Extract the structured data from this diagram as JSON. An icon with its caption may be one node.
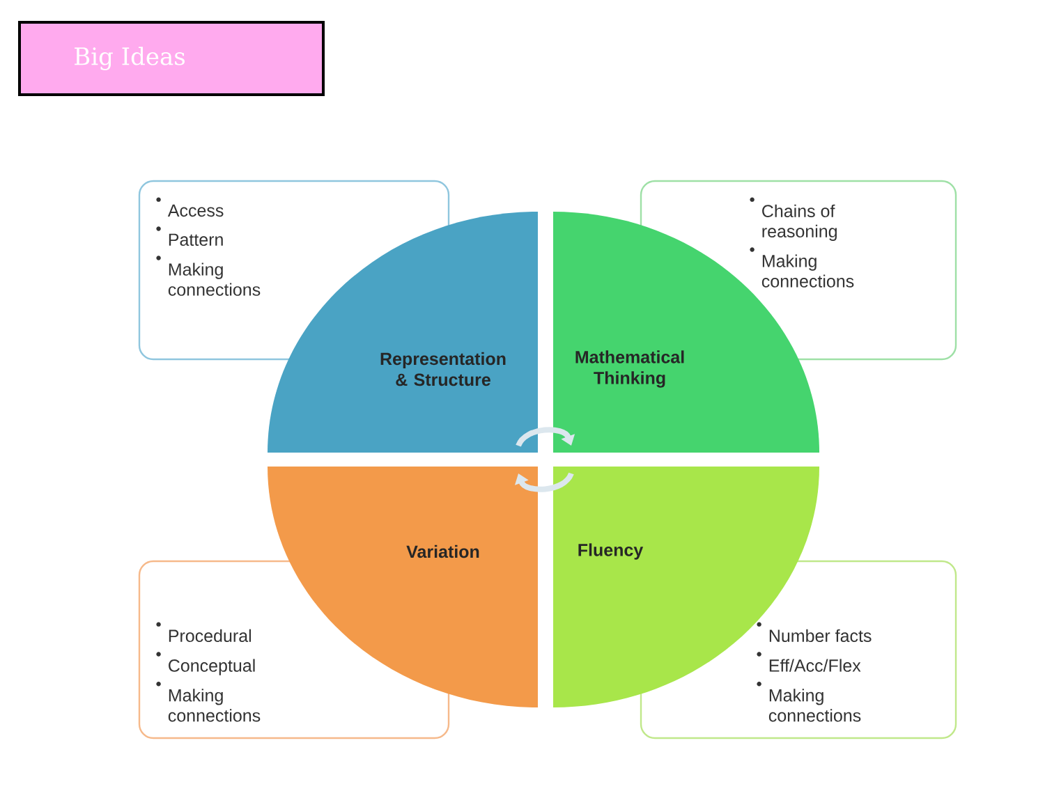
{
  "diagram": {
    "nodes": [
      {
        "text": [
          "Big Ideas"
        ]
      },
      {
        "text": [
          "Representation & Structure"
        ]
      },
      {
        "text": [
          "Mathematical Thinking"
        ]
      },
      {
        "text": [
          "Variation"
        ]
      },
      {
        "text": [
          "Fluency"
        ]
      },
      {
        "text": [
          "Access",
          "Pattern",
          "Making connections"
        ]
      },
      {
        "text": [
          "Chains of reasoning",
          "Making connections"
        ]
      },
      {
        "text": [
          "Procedural",
          "Conceptual",
          "Making connections"
        ]
      },
      {
        "text": [
          "Number facts",
          "Eff/Acc/Flex",
          "Making connections"
        ]
      }
    ],
    "edges": [
      {
        "from": 1,
        "to": 2,
        "arrow": "to",
        "color": "#dce7ee"
      },
      {
        "from": 4,
        "to": 3,
        "arrow": "to",
        "color": "#dce7ee"
      }
    ]
  }
}
